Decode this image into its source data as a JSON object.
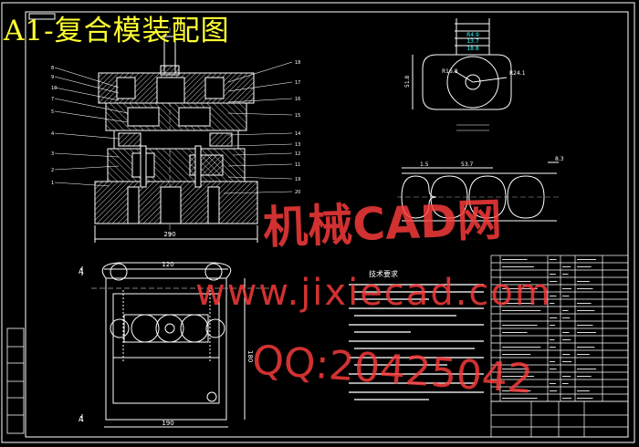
{
  "title": "A1-复合模装配图",
  "front_view": {
    "width_dim": "290"
  },
  "top_view": {
    "width_dim_top": "120",
    "width_dim_bottom": "190",
    "height_dim": "180",
    "section_label": "A"
  },
  "blank_view": {
    "dim_1": "R4.9",
    "dim_2": "13.7",
    "dim_3": "18.8",
    "dim_4": "R24.1",
    "dim_5": "R16.8",
    "dim_6": "51.8"
  },
  "strip_view": {
    "dim_1": "1.5",
    "dim_2": "53.7",
    "dim_3": "8.3"
  },
  "tech_title": "技术要求",
  "watermark": {
    "line1": "机械CAD网",
    "line2": "www.jixiecad.com",
    "line3": "QQ:20425042"
  },
  "colors": {
    "background": "#000000",
    "lines": "#ffffff",
    "title": "#ffff33",
    "watermark": "#ff3c3c",
    "blank_callout": "#33ffff"
  }
}
